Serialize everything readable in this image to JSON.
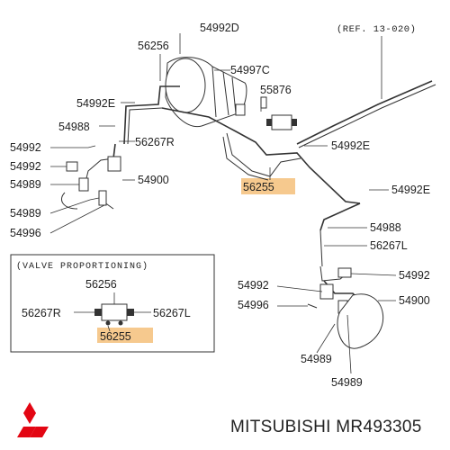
{
  "ref_note": "(REF. 13-020)",
  "box_title": "(VALVE PROPORTIONING)",
  "highlight_color": "#f6c98e",
  "logo_color": "#e30613",
  "brand": "MITSUBISHI MR493305",
  "labels": {
    "p54992D": "54992D",
    "p56256": "56256",
    "p54997C": "54997C",
    "p55876": "55876",
    "p54992E_a": "54992E",
    "p54988_a": "54988",
    "p56267R_a": "56267R",
    "p54992E_b": "54992E",
    "p54992_a": "54992",
    "p54992_b": "54992",
    "p54989_a": "54989",
    "p54900_a": "54900",
    "p56255_a": "56255",
    "p54992E_c": "54992E",
    "p54989_b": "54989",
    "p54996_a": "54996",
    "p54988_b": "54988",
    "p56267L_a": "56267L",
    "p54992_c": "54992",
    "p54992_d": "54992",
    "p54900_b": "54900",
    "p54996_b": "54996",
    "p54989_c": "54989",
    "p54989_d": "54989",
    "box_56256": "56256",
    "box_56267R": "56267R",
    "box_56267L": "56267L",
    "box_56255": "56255"
  }
}
